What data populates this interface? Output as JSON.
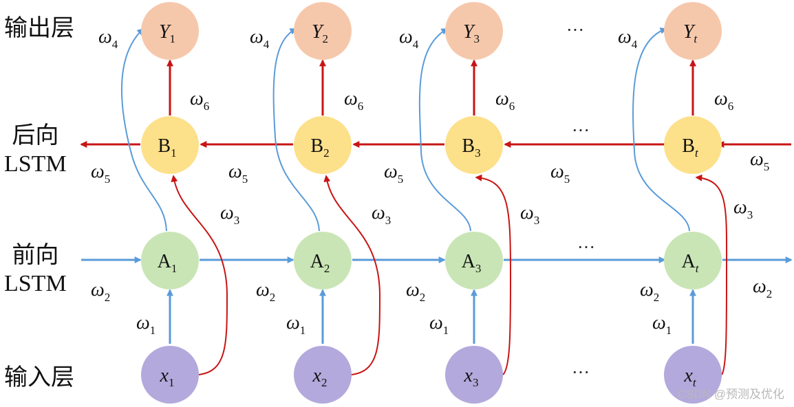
{
  "row_labels": {
    "output": "输出层",
    "backward_line1": "后向",
    "backward_line2": "LSTM",
    "forward_line1": "前向",
    "forward_line2": "LSTM",
    "input": "输入层"
  },
  "ellipsis": "···",
  "watermark": "CSDN @预测及优化",
  "weights": {
    "w_symbol": "ω",
    "w1": "1",
    "w2": "2",
    "w3": "3",
    "w4": "4",
    "w5": "5",
    "w6": "6"
  },
  "columns": [
    {
      "id": "1",
      "output": {
        "main": "Y",
        "sub": "1"
      },
      "backward": {
        "main": "B",
        "sub": "1"
      },
      "forward": {
        "main": "A",
        "sub": "1"
      },
      "input": {
        "main": "x",
        "sub": "1"
      }
    },
    {
      "id": "2",
      "output": {
        "main": "Y",
        "sub": "2"
      },
      "backward": {
        "main": "B",
        "sub": "2"
      },
      "forward": {
        "main": "A",
        "sub": "2"
      },
      "input": {
        "main": "x",
        "sub": "2"
      }
    },
    {
      "id": "3",
      "output": {
        "main": "Y",
        "sub": "3"
      },
      "backward": {
        "main": "B",
        "sub": "3"
      },
      "forward": {
        "main": "A",
        "sub": "3"
      },
      "input": {
        "main": "x",
        "sub": "3"
      }
    },
    {
      "id": "t",
      "output": {
        "main": "Y",
        "sub": "t"
      },
      "backward": {
        "main": "B",
        "sub": "t"
      },
      "forward": {
        "main": "A",
        "sub": "t"
      },
      "input": {
        "main": "x",
        "sub": "t"
      }
    }
  ],
  "colors": {
    "output_node": "#f6c8ab",
    "backward_node": "#fde08a",
    "forward_node": "#c9e5b5",
    "input_node": "#b4a9dc",
    "red_arrow": "#c81414",
    "blue_arrow": "#5a9bd8"
  }
}
